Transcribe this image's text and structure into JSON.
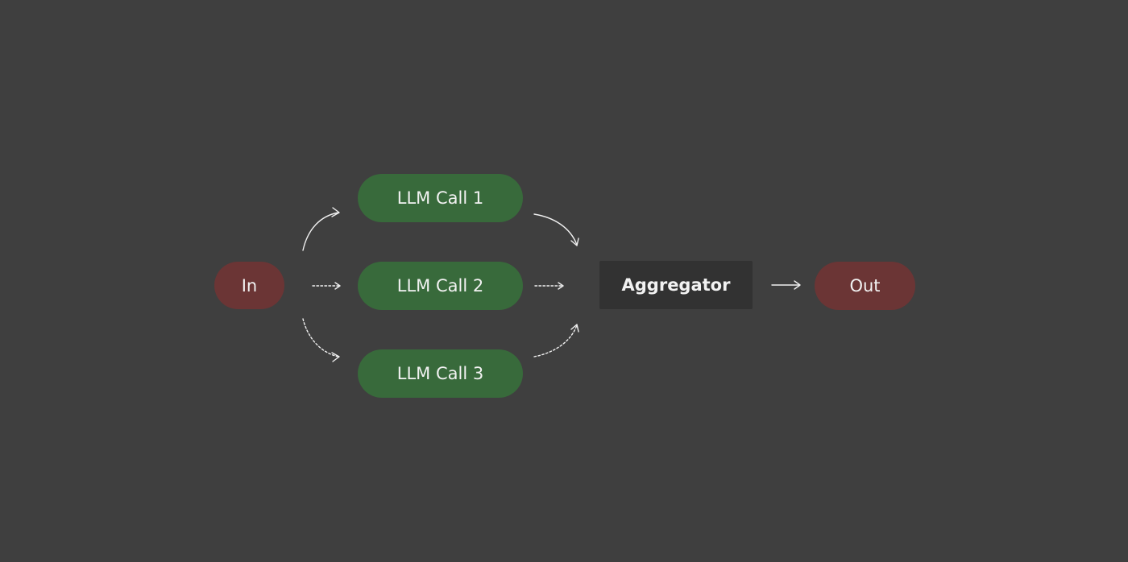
{
  "nodes": {
    "input": {
      "label": "In"
    },
    "llm_call_1": {
      "label": "LLM Call 1"
    },
    "llm_call_2": {
      "label": "LLM Call 2"
    },
    "llm_call_3": {
      "label": "LLM Call 3"
    },
    "aggregator": {
      "label": "Aggregator"
    },
    "output": {
      "label": "Out"
    }
  },
  "colors": {
    "background": "#3f3f3f",
    "io_node": "#6b3535",
    "llm_node": "#386a3b",
    "aggregator_node": "#323232",
    "text": "#f2f2f2",
    "edge": "#f0f0f0"
  },
  "edges": [
    {
      "from": "In",
      "to": "LLM Call 1",
      "style": "solid"
    },
    {
      "from": "In",
      "to": "LLM Call 2",
      "style": "dotted"
    },
    {
      "from": "In",
      "to": "LLM Call 3",
      "style": "dashed"
    },
    {
      "from": "LLM Call 1",
      "to": "Aggregator",
      "style": "solid"
    },
    {
      "from": "LLM Call 2",
      "to": "Aggregator",
      "style": "dotted"
    },
    {
      "from": "LLM Call 3",
      "to": "Aggregator",
      "style": "dashed"
    },
    {
      "from": "Aggregator",
      "to": "Out",
      "style": "solid"
    }
  ]
}
